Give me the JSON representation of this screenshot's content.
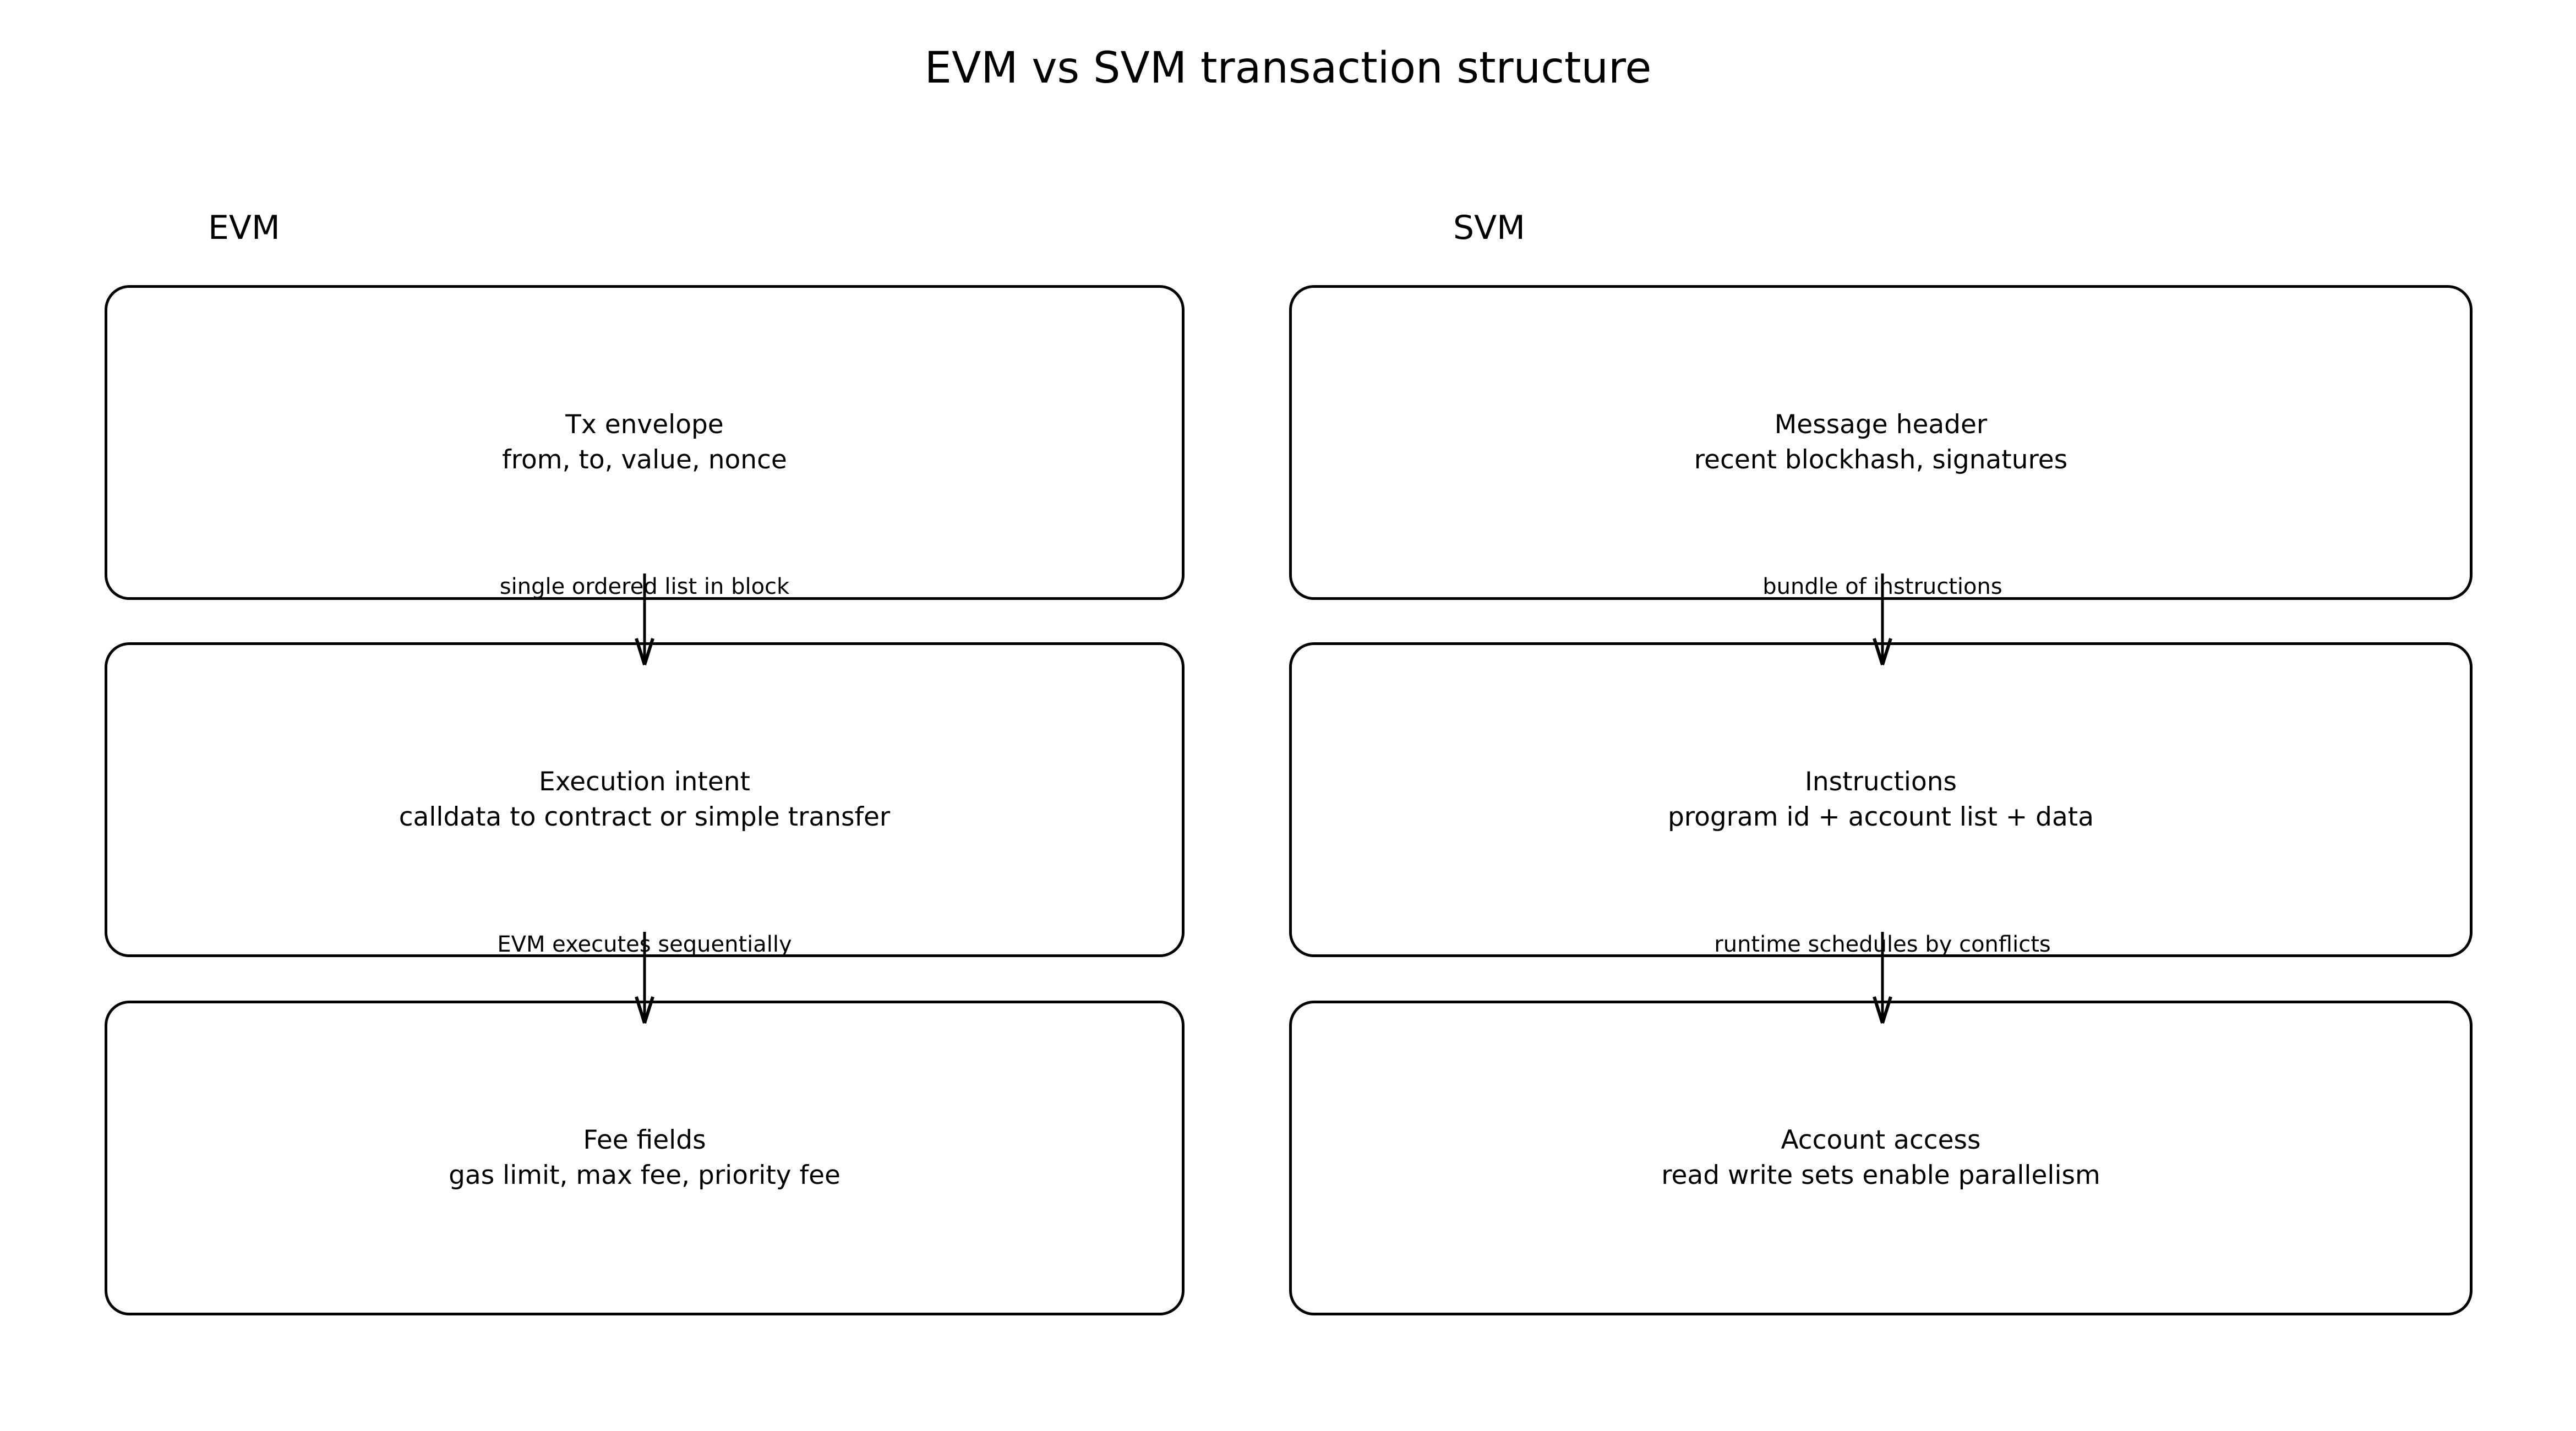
{
  "colors": {
    "foreground": "#000000",
    "background": "#ffffff"
  },
  "title": "EVM vs SVM transaction structure",
  "evm": {
    "header": "EVM",
    "box1": {
      "title": "Tx envelope",
      "subtitle": "from, to, value, nonce"
    },
    "connector1": "single ordered list in block",
    "box2": {
      "title": "Execution intent",
      "subtitle": "calldata to contract or simple transfer"
    },
    "connector2": "EVM executes sequentially",
    "box3": {
      "title": "Fee fields",
      "subtitle": "gas limit, max fee, priority fee"
    }
  },
  "svm": {
    "header": "SVM",
    "box1": {
      "title": "Message header",
      "subtitle": "recent blockhash, signatures"
    },
    "connector1": "bundle of instructions",
    "box2": {
      "title": "Instructions",
      "subtitle": "program id + account list + data"
    },
    "connector2": "runtime schedules by conflicts",
    "box3": {
      "title": "Account access",
      "subtitle": "read write sets enable parallelism"
    }
  }
}
